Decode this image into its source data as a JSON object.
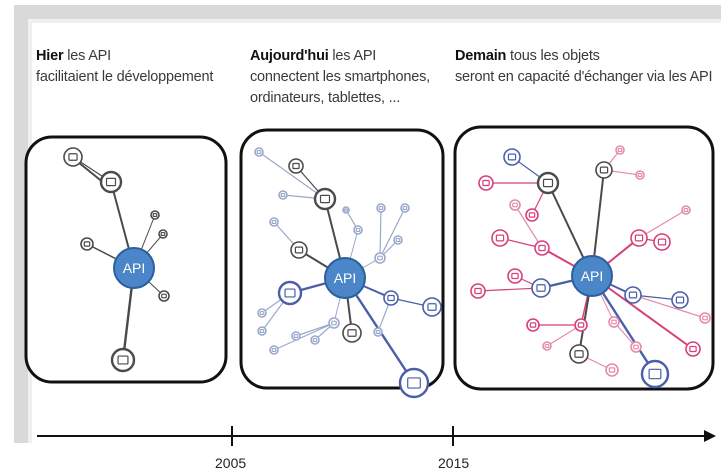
{
  "captions": [
    {
      "bold": "Hier",
      "line1": " les API",
      "line2": "facilitaient le développement",
      "line3": ""
    },
    {
      "bold": "Aujourd'hui",
      "line1": " les API",
      "line2": "connectent les smartphones,",
      "line3": "ordinateurs, tablettes, ..."
    },
    {
      "bold": "Demain",
      "line1": " tous les objets",
      "line2": "seront en capacité  d'échanger via les API",
      "line3": ""
    }
  ],
  "hub_label": "API",
  "timeline": {
    "ticks": [
      "2005",
      "2015"
    ]
  },
  "colors": {
    "hub": "#4a86c8",
    "hub_stroke": "#2c5f9e",
    "gray": "#4a4a4a",
    "blue": "#4a5fa8",
    "light_blue": "#9aa8cc",
    "pink": "#d63f7a",
    "light_pink": "#e58aab",
    "box": "#111111"
  },
  "icons": [
    "smartphone-icon",
    "monitor-icon",
    "laptop-icon",
    "tablet-icon",
    "camera-icon",
    "glasses-icon",
    "car-icon",
    "bulb-icon",
    "watch-icon",
    "person-icon",
    "key-icon",
    "gear-icon",
    "pen-icon"
  ]
}
